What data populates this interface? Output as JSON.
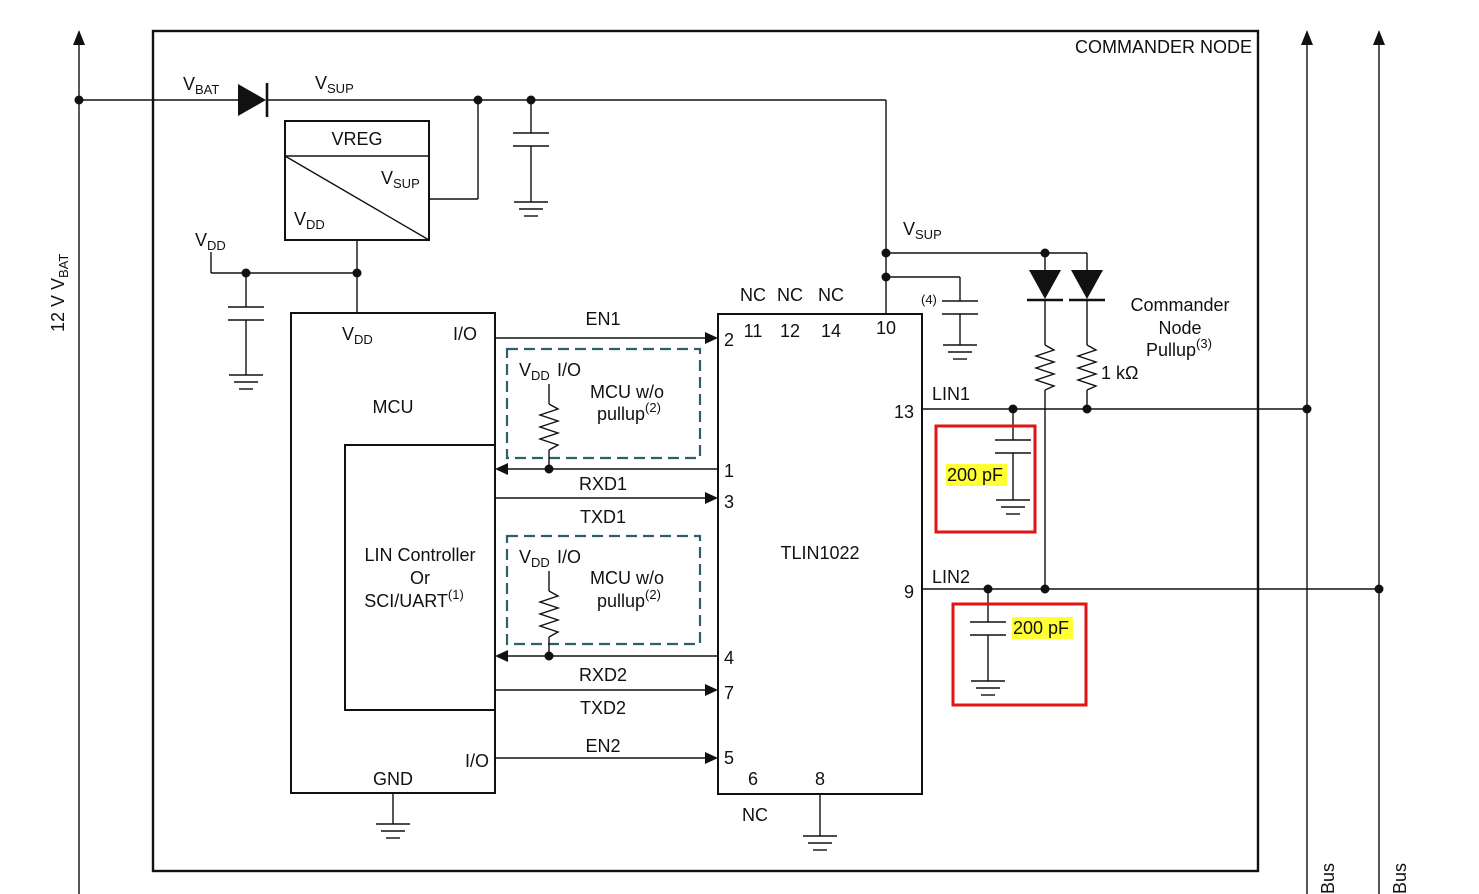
{
  "node_title": "COMMANDER NODE",
  "supply": {
    "battery_label": "12 V V",
    "battery_sub": "BAT",
    "vbat": "V",
    "vbat_sub": "BAT",
    "vsup": "V",
    "vsup_sub": "SUP",
    "vdd": "V",
    "vdd_sub": "DD"
  },
  "vreg": {
    "title": "VREG",
    "in_label": "V",
    "in_sub": "SUP",
    "out_label": "V",
    "out_sub": "DD"
  },
  "mcu": {
    "vdd": "V",
    "vdd_sub": "DD",
    "io_top": "I/O",
    "title": "MCU",
    "io_bottom": "I/O",
    "gnd": "GND",
    "controller_line1": "LIN Controller",
    "controller_line2": "Or",
    "controller_line3": "SCI/UART",
    "controller_note": "(1)"
  },
  "pullup_box": {
    "vdd": "V",
    "vdd_sub": "DD",
    "io": "I/O",
    "line1": "MCU w/o",
    "line2": "pullup",
    "note": "(2)"
  },
  "signals": {
    "en1": "EN1",
    "rxd1": "RXD1",
    "txd1": "TXD1",
    "rxd2": "RXD2",
    "txd2": "TXD2",
    "en2": "EN2"
  },
  "transceiver": {
    "name": "TLIN1022",
    "nc": "NC",
    "pin_11": "11",
    "pin_12": "12",
    "pin_14": "14",
    "pin_10": "10",
    "pin_2": "2",
    "pin_1": "1",
    "pin_3": "3",
    "pin_4": "4",
    "pin_7": "7",
    "pin_5": "5",
    "pin_6": "6",
    "pin_8": "8",
    "pin_13": "13",
    "pin_9": "9",
    "lin1": "LIN1",
    "lin2": "LIN2",
    "vsup": "V",
    "vsup_sub": "SUP"
  },
  "cap_note": "(4)",
  "pullup": {
    "line1": "Commander",
    "line2": "Node",
    "line3": "Pullup",
    "note": "(3)",
    "resistor": "1 kΩ"
  },
  "lin1_cap": "200 pF",
  "lin2_cap": "200 pF",
  "bus_label": "Bus",
  "colors": {
    "highlight_box": "#e01616",
    "highlight_fill": "#ffff33",
    "dashed_box": "#2e5f6b"
  }
}
